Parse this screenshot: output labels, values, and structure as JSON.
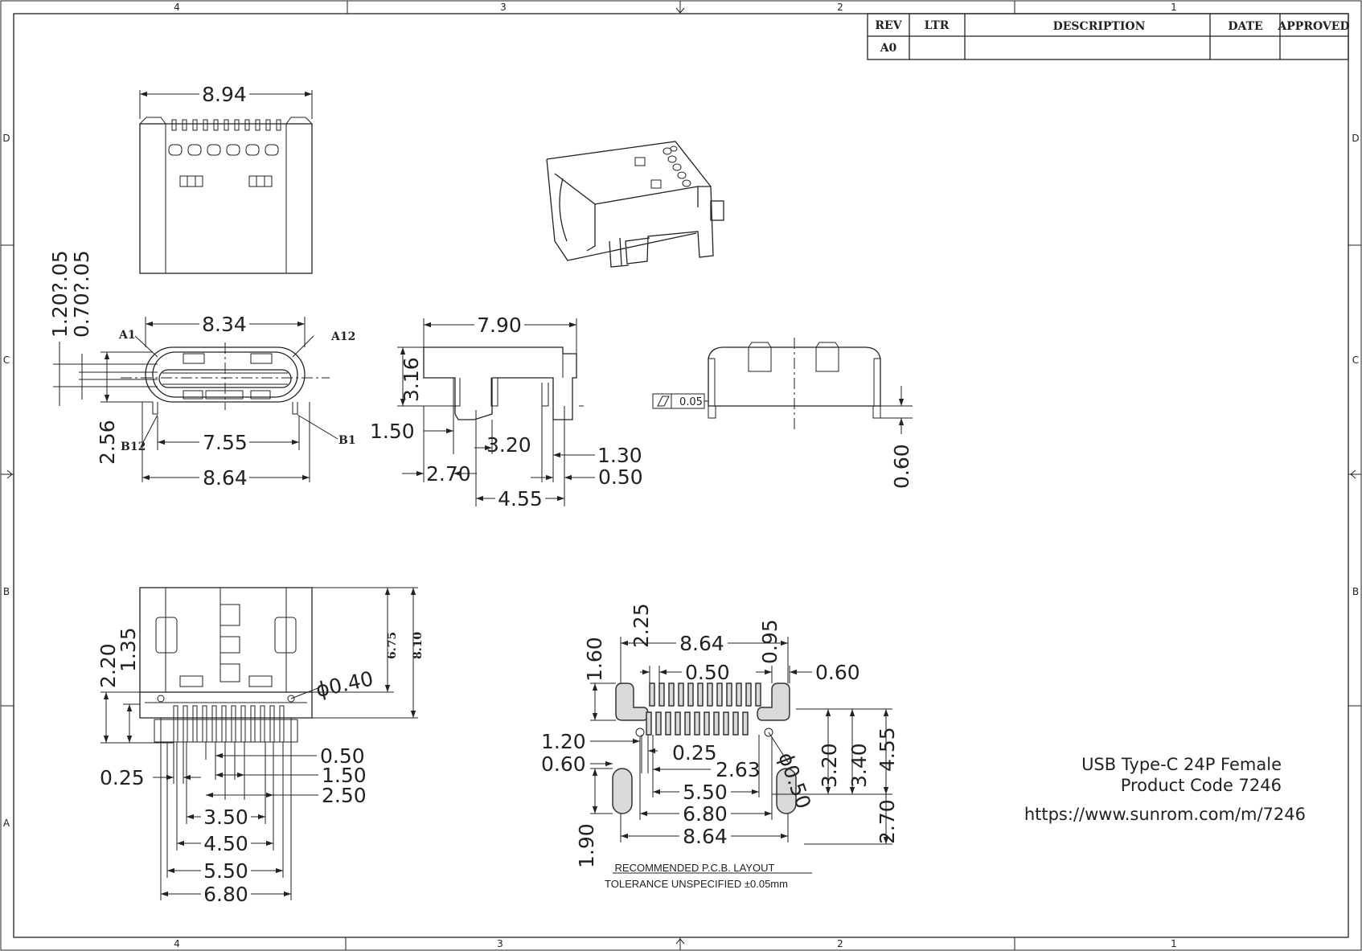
{
  "zones": {
    "columns": [
      "4",
      "3",
      "2",
      "1"
    ],
    "rows": [
      "D",
      "C",
      "B",
      "A"
    ]
  },
  "title_block": {
    "headers": [
      "REV",
      "LTR",
      "DESCRIPTION",
      "DATE",
      "APPROVED"
    ],
    "row": [
      "A0",
      "",
      "",
      "",
      ""
    ]
  },
  "top_view": {
    "width": "8.94"
  },
  "front_view": {
    "width_top": "8.34",
    "width_inner": "7.55",
    "width_bottom": "8.64",
    "height_a": "1.20?.05",
    "height_b": "0.70?.05",
    "height_c": "2.56",
    "pin_a1": "A1",
    "pin_a12": "A12",
    "pin_b12": "B12",
    "pin_b1": "B1"
  },
  "side_view": {
    "length": "7.90",
    "height": "3.16",
    "d1": "1.50",
    "d2": "3.20",
    "d3": "1.30",
    "d4": "2.70",
    "d5": "0.50",
    "d6": "4.55"
  },
  "rear_view": {
    "flatness": "0.05",
    "standoff": "0.60"
  },
  "bottom_view": {
    "h1": "2.20",
    "h2": "1.35",
    "h3": "6.75",
    "h4": "8.10",
    "hole": "ϕ0.40",
    "p1": "0.50",
    "p2": "1.50",
    "p3": "2.50",
    "p4": "0.25",
    "w1": "3.50",
    "w2": "4.50",
    "w3": "5.50",
    "w4": "6.80"
  },
  "pcb_layout": {
    "d1": "2.25",
    "d2": "8.64",
    "d3": "0.95",
    "d4": "1.60",
    "d5": "0.50",
    "d6": "0.60",
    "d7": "1.20",
    "d8": "0.25",
    "d9": "0.60",
    "d10": "2.63",
    "d11": "ϕ0.50",
    "d12": "5.50",
    "d13": "6.80",
    "d14": "8.64",
    "d15": "1.90",
    "d16": "3.20",
    "d17": "3.40",
    "d18": "4.55",
    "d19": "2.70",
    "caption": "RECOMMENDED   P.C.B.  LAYOUT",
    "tolerance": "TOLERANCE  UNSPECIFIED  ±0.05mm"
  },
  "info": {
    "line1": "USB Type-C 24P Female",
    "line2": "Product Code 7246",
    "url": "https://www.sunrom.com/m/7246"
  }
}
